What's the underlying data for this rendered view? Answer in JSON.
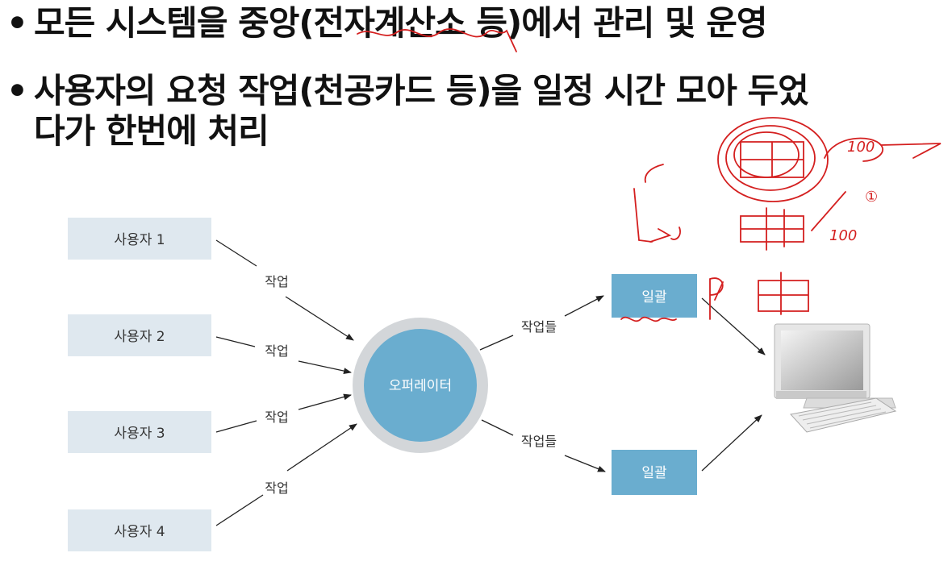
{
  "slide": {
    "bullets": [
      "모든 시스템을 중앙(전자계산소 등)에서 관리 및 운영",
      "사용자의 요청 작업(천공카드 등)을 일정 시간 모아 두었",
      "다가 한번에 처리"
    ]
  },
  "diagram": {
    "users": [
      "사용자 1",
      "사용자 2",
      "사용자 3",
      "사용자 4"
    ],
    "user_edge_label": "작업",
    "operator_label": "오퍼레이터",
    "batch_edge_label": "작업들",
    "batch_label": "일괄",
    "colors": {
      "user_box": "#dfe8ef",
      "batch_box": "#6aadcf",
      "operator_fill": "#6aadcf",
      "operator_ring": "#d3d6d9",
      "arrow": "#222222",
      "annotation": "#d41f1f"
    }
  },
  "annotations": {
    "handwritten_numbers": [
      "100",
      "100",
      "①"
    ]
  }
}
